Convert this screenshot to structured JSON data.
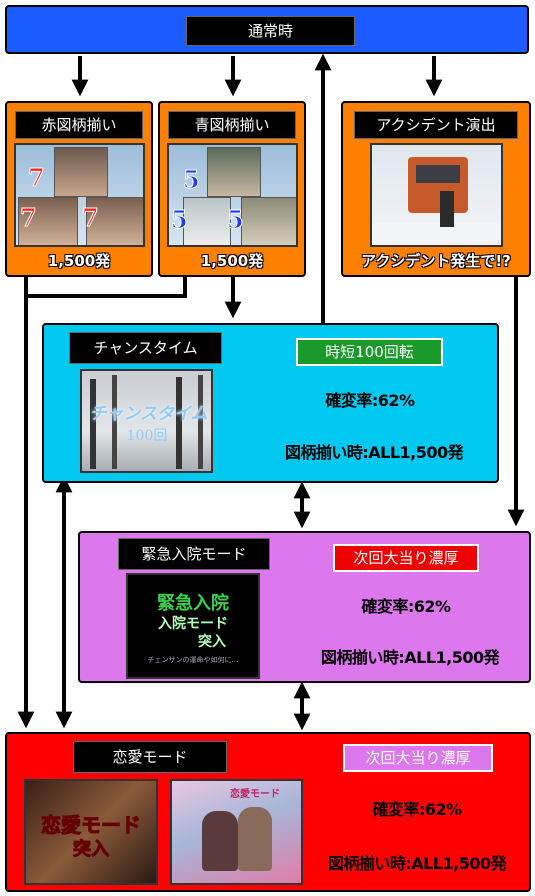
{
  "normal": {
    "label": "通常時"
  },
  "red": {
    "label": "赤図柄揃い",
    "reels": [
      "7",
      "7",
      "7"
    ],
    "payout": "1,500発"
  },
  "blue": {
    "label": "青図柄揃い",
    "reels": [
      "5",
      "5",
      "5"
    ],
    "payout": "1,500発"
  },
  "accident": {
    "label": "アクシデント演出",
    "caption": "アクシデント発生で!?"
  },
  "chance": {
    "label": "チャンスタイム",
    "tag": "時短100回転",
    "logo_text": "チャンスタイム",
    "logo_sub": "100回",
    "rate": "確変率:62%",
    "payout": "図柄揃い時:ALL1,500発"
  },
  "emergency": {
    "label": "緊急入院モード",
    "tag": "次回大当り濃厚",
    "img_line1": "緊急入院",
    "img_line2": "入院モード",
    "img_line3": "突入",
    "img_line4": "チェンサンの運命や如何に…",
    "rate": "確変率:62%",
    "payout": "図柄揃い時:ALL1,500発"
  },
  "love": {
    "label": "恋愛モード",
    "tag": "次回大当り濃厚",
    "img_line1": "恋愛モード",
    "img_line2": "突入",
    "img2_text": "恋愛モード",
    "rate": "確変率:62%",
    "payout": "図柄揃い時:ALL1,500発"
  },
  "colors": {
    "normal": "#1a5cff",
    "hit": "#ff8000",
    "chance": "#00c8f0",
    "emergency": "#dd77ee",
    "love": "#ff0000",
    "green_tag": "#1a9a2a",
    "red_tag": "#ee0000",
    "pink_tag": "#dd77ee"
  }
}
